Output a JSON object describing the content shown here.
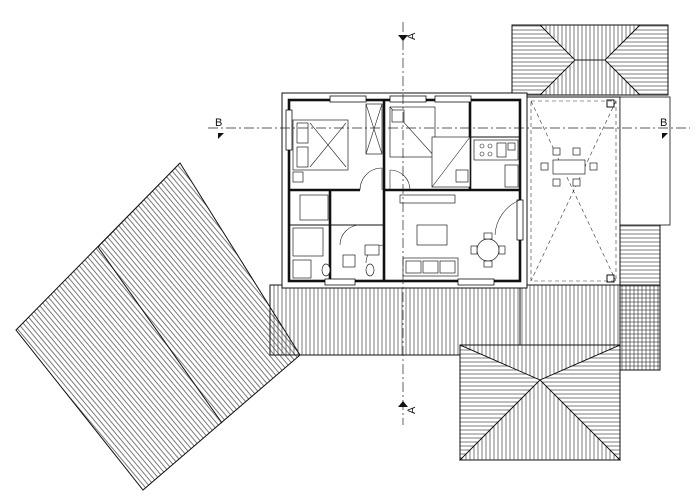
{
  "drawing": {
    "section_marks": {
      "a_top": "A",
      "a_bottom": "A",
      "b_left": "B",
      "b_right": "B"
    }
  }
}
